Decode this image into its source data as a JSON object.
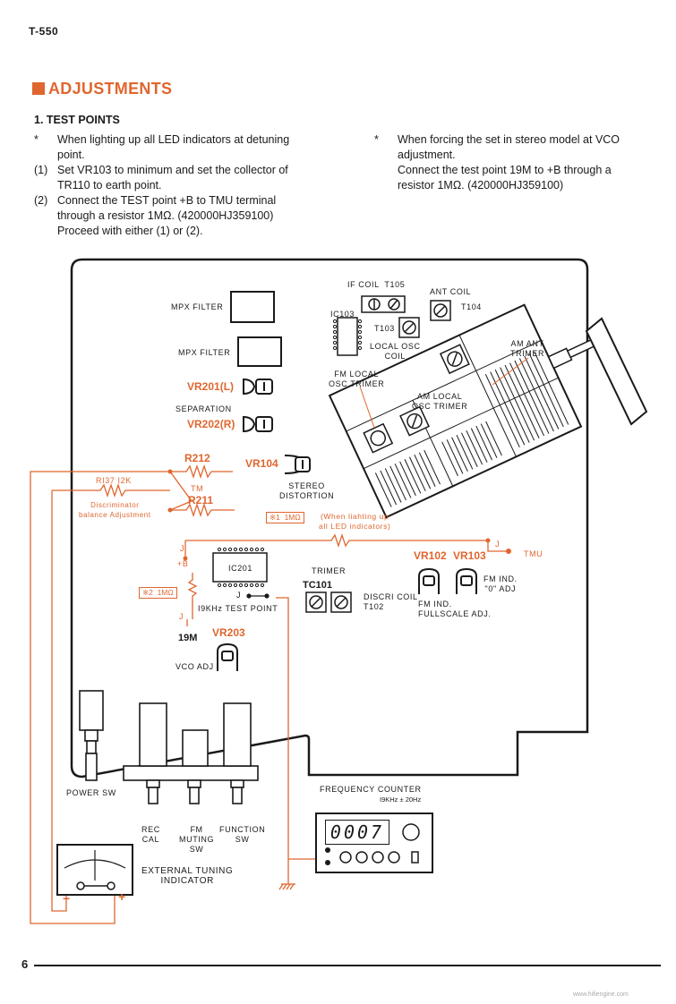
{
  "header": {
    "model_code": "T-550"
  },
  "section": {
    "title": "ADJUSTMENTS"
  },
  "test_points": {
    "heading": "1. TEST POINTS",
    "items": [
      {
        "marker": "*",
        "text": "When lighting up all LED indicators at detuning point."
      },
      {
        "marker": "(1)",
        "text": "Set VR103 to minimum and set the collector of TR110 to earth point."
      },
      {
        "marker": "(2)",
        "text": "Connect the TEST point +B to TMU terminal through a resistor 1MΩ. (420000HJ359100)"
      },
      {
        "marker": "",
        "text": "Proceed with either (1) or (2)."
      }
    ],
    "right_items": [
      {
        "marker": "*",
        "text": "When forcing the set in stereo model at VCO adjustment."
      },
      {
        "marker": "",
        "text": "Connect the test point 19M to +B through a resistor 1MΩ. (420000HJ359100)"
      }
    ]
  },
  "diagram": {
    "labels": {
      "if_coil": "IF COIL  T105",
      "ant_coil": "ANT COIL",
      "t104": "T104",
      "ic103": "IC103",
      "t103": "T103",
      "local_osc_coil": "LOCAL OSC\nCOIL",
      "am_ant_trimer": "AM ANT\nTRIMER",
      "mpx_filter_1": "MPX FILTER",
      "mpx_filter_2": "MPX FILTER",
      "fm_local_osc_trimer": "FM LOCAL\nOSC TRIMER",
      "am_local_osc_trimer": "AM LOCAL\nOSC TRIMER",
      "vr201": "VR201(L)",
      "separation": "SEPARATION",
      "vr202": "VR202(R)",
      "r212": "R212",
      "vr104": "VR104",
      "stereo_distortion": "STEREO\nDISTORTION",
      "r137": "RI37 I2K",
      "tm": "TM",
      "r211": "R211",
      "discriminator": "Discriminator\nbalance Adjustment",
      "note1_box": "※1  1MΩ",
      "note1_text": "(When liahting up\nall LED indicators)",
      "j1": "J",
      "plus_b": "+B",
      "ic201": "IC201",
      "vr102": "VR102",
      "vr103": "VR103",
      "j2": "J",
      "tmu": "TMU",
      "fm_ind_zero": "FM IND.\n\"0\" ADJ",
      "fm_ind_fullscale": "FM IND.\nFULLSCALE ADJ.",
      "trimer": "TRIMER",
      "tc101": "TC101",
      "discri_coil": "DISCRI COIL\nT102",
      "note2_box": "※2  1MΩ",
      "j3": "J",
      "test_point_19k": "I9KHz TEST POINT",
      "j4": "J",
      "m19": "19M",
      "vr203": "VR203",
      "vco_adj": "VCO ADJ",
      "power_sw": "POWER SW",
      "rec_cal": "REC\nCAL",
      "fm_muting_sw": "FM\nMUTING\nSW",
      "function_sw": "FUNCTION\nSW",
      "frequency_counter": "FREQUENCY COUNTER",
      "counter_spec": "I9KHz ± 20Hz",
      "counter_display": "0007",
      "ext_tuning": "EXTERNAL TUNING\nINDICATOR",
      "meter_minus": "−",
      "meter_plus": "+"
    }
  },
  "footer": {
    "page_number": "6",
    "watermark": "www.hifiengine.com"
  },
  "colors": {
    "accent": "#e0662f",
    "ink": "#1a1a1a"
  }
}
